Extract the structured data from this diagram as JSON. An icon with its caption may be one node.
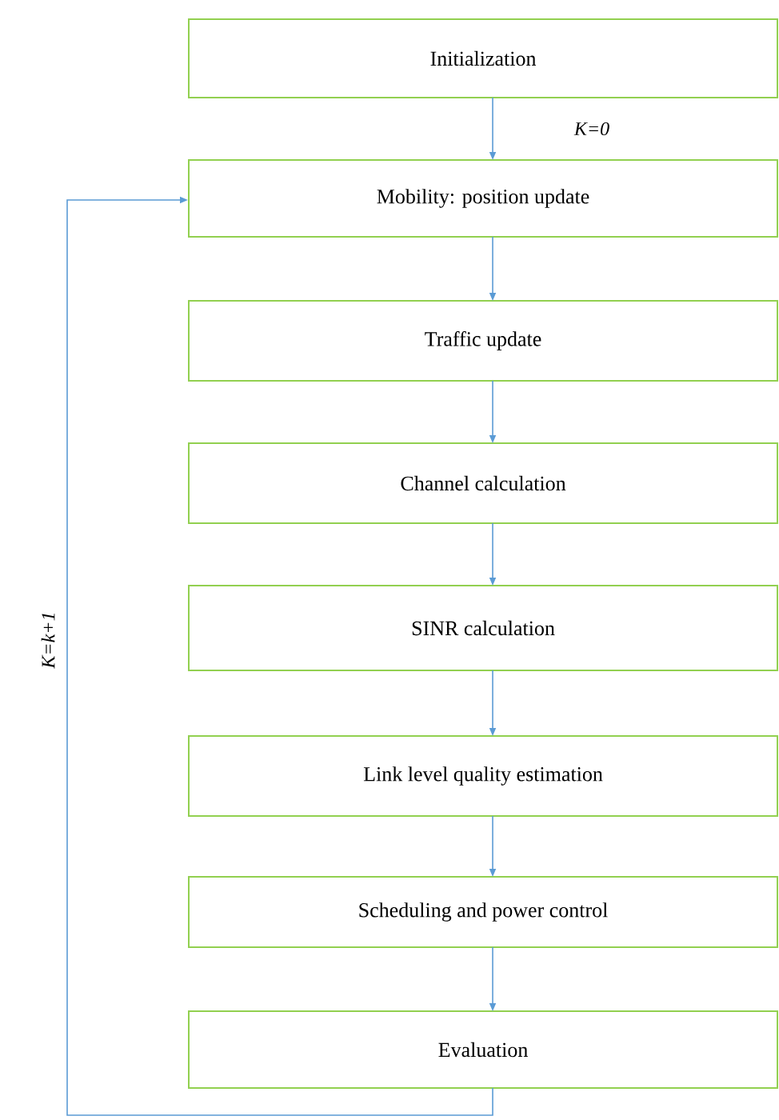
{
  "diagram": {
    "nodes": [
      {
        "text": [
          "Initialization"
        ]
      },
      {
        "text": [
          "Mobility: position update"
        ]
      },
      {
        "text": [
          "Traffic update"
        ]
      },
      {
        "text": [
          "Channel calculation"
        ]
      },
      {
        "text": [
          "SINR calculation"
        ]
      },
      {
        "text": [
          "Link level quality estimation"
        ]
      },
      {
        "text": [
          "Scheduling and power control"
        ]
      },
      {
        "text": [
          "Evaluation"
        ]
      }
    ],
    "edges": [
      {
        "from": 0,
        "to": 1,
        "arrow": "to",
        "label": "K=0"
      },
      {
        "from": 1,
        "to": 2,
        "arrow": "to"
      },
      {
        "from": 2,
        "to": 3,
        "arrow": "to"
      },
      {
        "from": 3,
        "to": 4,
        "arrow": "to"
      },
      {
        "from": 4,
        "to": 5,
        "arrow": "to"
      },
      {
        "from": 5,
        "to": 6,
        "arrow": "to"
      },
      {
        "from": 6,
        "to": 7,
        "arrow": "to"
      },
      {
        "from": 7,
        "to": 1,
        "arrow": "to",
        "label": "K=k+1"
      }
    ]
  }
}
